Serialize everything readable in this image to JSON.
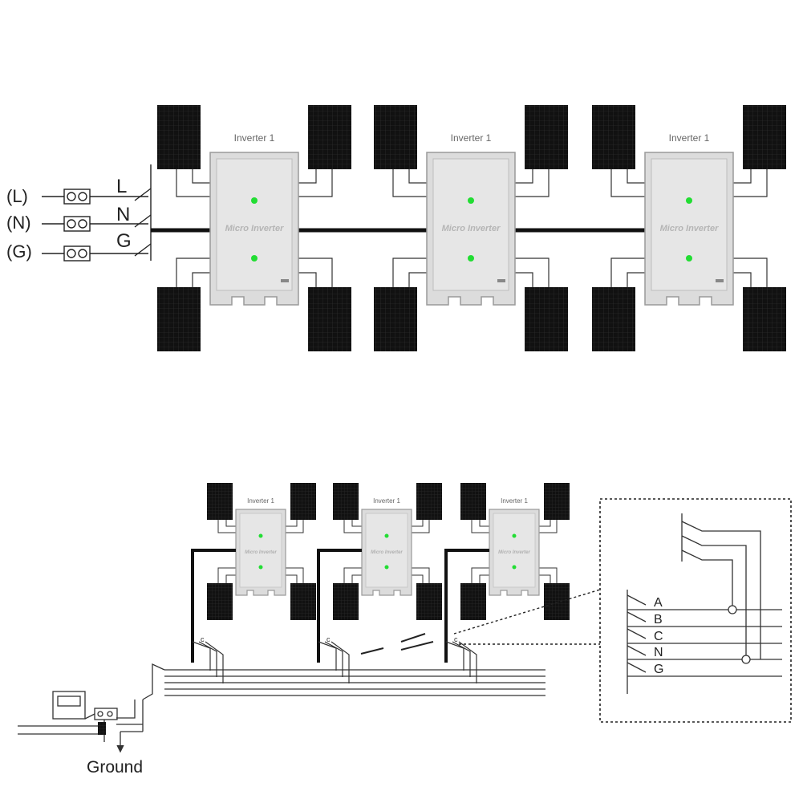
{
  "top_diagram": {
    "input_labels": [
      "(L)",
      "(N)",
      "(G)"
    ],
    "line_labels": [
      "L",
      "N",
      "G"
    ],
    "inverter_title": "Inverter 1",
    "inverter_brand": "Micro Inverter",
    "inverter_count": 3
  },
  "bottom_diagram": {
    "inverter_title": "Inverter 1",
    "inverter_brand": "Micro Inverter",
    "phase_labels": [
      "A",
      "B",
      "C",
      "N",
      "G"
    ],
    "ground_label": "Ground"
  },
  "colors": {
    "panel": "#111111",
    "inverter_body": "#dcdcdc",
    "inverter_edge": "#9a9a9a",
    "led": "#22dd33",
    "wire": "#111111"
  }
}
